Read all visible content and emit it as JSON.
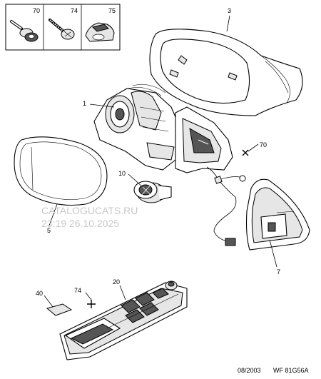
{
  "legend": {
    "items": [
      {
        "number": "70",
        "icon": "screw-with-washer-icon"
      },
      {
        "number": "74",
        "icon": "self-tapping-screw-icon"
      },
      {
        "number": "75",
        "icon": "clip-nut-icon"
      }
    ]
  },
  "callouts": {
    "c1": "1",
    "c3": "3",
    "c5": "5",
    "c7": "7",
    "c10": "10",
    "c20": "20",
    "c40": "40",
    "c70": "70",
    "c74": "74"
  },
  "watermark": {
    "line1": "CATALOGUCATS.RU",
    "line2": "23:19 26.10.2025"
  },
  "footer": {
    "date": "08/2003",
    "code": "WF 81G56A"
  }
}
